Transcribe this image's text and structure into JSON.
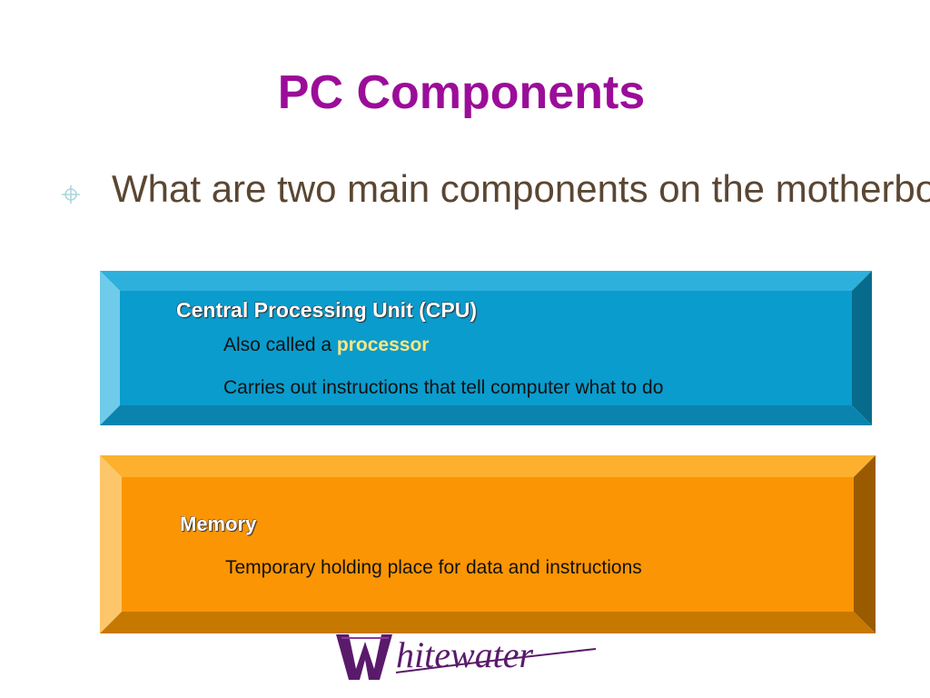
{
  "slide": {
    "title": "PC Components",
    "bullet": "What are two main components on the motherboard?"
  },
  "cpu_box": {
    "heading": "Central Processing Unit (CPU)",
    "line1_prefix": "Also called a ",
    "line1_highlight": "processor",
    "line2": "Carries out instructions that tell computer what to do"
  },
  "memory_box": {
    "heading": "Memory",
    "line1": "Temporary holding place for data and instructions"
  },
  "logo": {
    "text": "Whitewater"
  },
  "colors": {
    "title": "#9b0d99",
    "cpu_face": "#0a9ccd",
    "memory_face": "#fb9504",
    "bullet_text": "#5a4632"
  }
}
